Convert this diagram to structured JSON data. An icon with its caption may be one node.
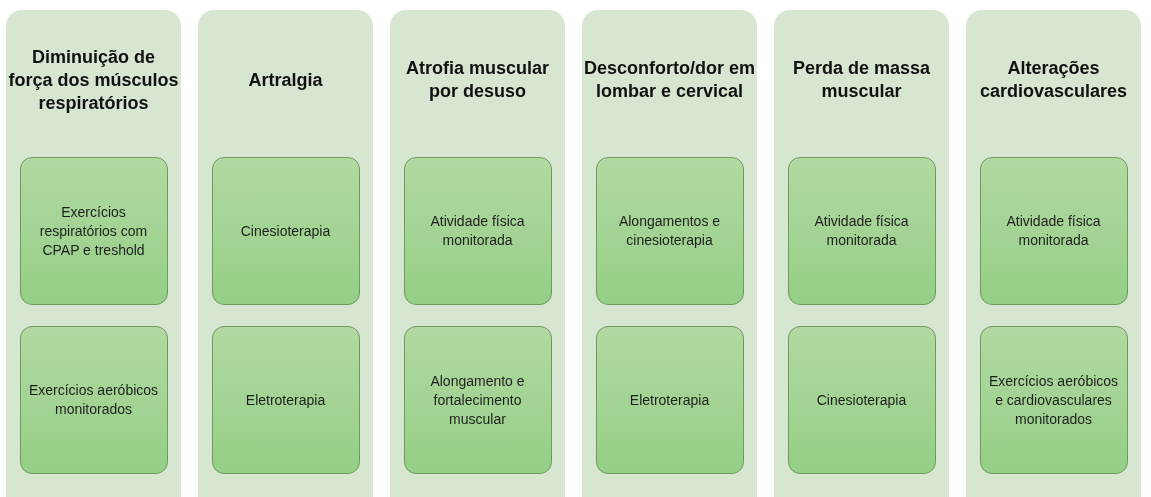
{
  "diagram": {
    "nodes": [
      {
        "text": [
          "Diminuição de força dos músculos respiratórios"
        ]
      },
      {
        "text": [
          "Exercícios respiratórios com CPAP e treshold"
        ],
        "in": 0
      },
      {
        "text": [
          "Exercícios aeróbicos monitorados"
        ],
        "in": 0
      },
      {
        "text": [
          "Artralgia"
        ]
      },
      {
        "text": [
          "Cinesioterapia"
        ],
        "in": 3
      },
      {
        "text": [
          "Eletroterapia"
        ],
        "in": 3
      },
      {
        "text": [
          "Atrofia muscular por desuso"
        ]
      },
      {
        "text": [
          "Atividade física monitorada"
        ],
        "in": 6
      },
      {
        "text": [
          "Alongamento e fortalecimento muscular"
        ],
        "in": 6
      },
      {
        "text": [
          "Desconforto/dor em lombar e cervical"
        ]
      },
      {
        "text": [
          "Alongamentos e cinesioterapia"
        ],
        "in": 9
      },
      {
        "text": [
          "Eletroterapia"
        ],
        "in": 9
      },
      {
        "text": [
          "Perda de massa muscular"
        ]
      },
      {
        "text": [
          "Atividade física monitorada"
        ],
        "in": 12
      },
      {
        "text": [
          "Cinesioterapia"
        ],
        "in": 12
      },
      {
        "text": [
          "Alterações cardiovasculares"
        ]
      },
      {
        "text": [
          "Atividade física monitorada"
        ],
        "in": 15
      },
      {
        "text": [
          "Exercícios aeróbicos e cardiovasculares monitorados"
        ],
        "in": 15
      }
    ]
  }
}
